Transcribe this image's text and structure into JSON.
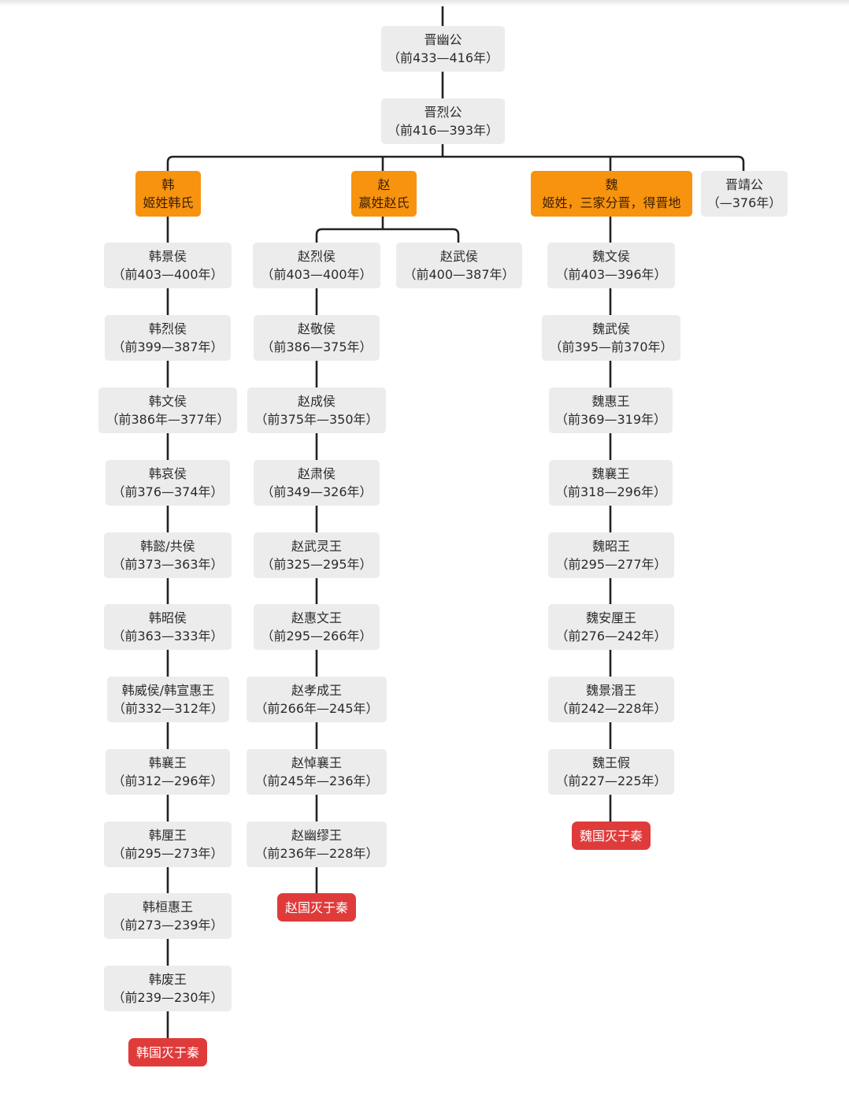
{
  "nodes": {
    "jin_you": {
      "name": "晋幽公",
      "years": "（前433—416年）"
    },
    "jin_lie": {
      "name": "晋烈公",
      "years": "（前416—393年）"
    },
    "jin_jing": {
      "name": "晋靖公",
      "years": "（—376年）"
    },
    "han": {
      "name": "韩",
      "desc": "姬姓韩氏"
    },
    "zhao": {
      "name": "赵",
      "desc": "嬴姓赵氏"
    },
    "wei": {
      "name": "魏",
      "desc": "姬姓，三家分晋，得晋地"
    },
    "han_rulers": [
      {
        "name": "韩景侯",
        "years": "（前403—400年）"
      },
      {
        "name": "韩烈侯",
        "years": "（前399—387年）"
      },
      {
        "name": "韩文侯",
        "years": "（前386年—377年）"
      },
      {
        "name": "韩哀侯",
        "years": "（前376—374年）"
      },
      {
        "name": "韩懿/共侯",
        "years": "（前373—363年）"
      },
      {
        "name": "韩昭侯",
        "years": "（前363—333年）"
      },
      {
        "name": "韩威侯/韩宣惠王",
        "years": "（前332—312年）"
      },
      {
        "name": "韩襄王",
        "years": "（前312—296年）"
      },
      {
        "name": "韩厘王",
        "years": "（前295—273年）"
      },
      {
        "name": "韩桓惠王",
        "years": "（前273—239年）"
      },
      {
        "name": "韩废王",
        "years": "（前239—230年）"
      }
    ],
    "zhao_rulers": [
      {
        "name": "赵烈侯",
        "years": "（前403—400年）"
      },
      {
        "name": "赵敬侯",
        "years": "（前386—375年）"
      },
      {
        "name": "赵成侯",
        "years": "（前375年—350年）"
      },
      {
        "name": "赵肃侯",
        "years": "（前349—326年）"
      },
      {
        "name": "赵武灵王",
        "years": "（前325—295年）"
      },
      {
        "name": "赵惠文王",
        "years": "（前295—266年）"
      },
      {
        "name": "赵孝成王",
        "years": "（前266年—245年）"
      },
      {
        "name": "赵悼襄王",
        "years": "（前245年—236年）"
      },
      {
        "name": "赵幽缪王",
        "years": "（前236年—228年）"
      }
    ],
    "zhao_wu": {
      "name": "赵武侯",
      "years": "（前400—387年）"
    },
    "wei_rulers": [
      {
        "name": "魏文侯",
        "years": "（前403—396年）"
      },
      {
        "name": "魏武侯",
        "years": "（前395—前370年）"
      },
      {
        "name": "魏惠王",
        "years": "（前369—319年）"
      },
      {
        "name": "魏襄王",
        "years": "（前318—296年）"
      },
      {
        "name": "魏昭王",
        "years": "（前295—277年）"
      },
      {
        "name": "魏安厘王",
        "years": "（前276—242年）"
      },
      {
        "name": "魏景湣王",
        "years": "（前242—228年）"
      },
      {
        "name": "魏王假",
        "years": "（前227—225年）"
      }
    ],
    "han_end": "韩国灭于秦",
    "zhao_end": "赵国灭于秦",
    "wei_end": "魏国灭于秦"
  },
  "colors": {
    "node_bg": "#ececec",
    "state_bg": "#f7930e",
    "end_bg": "#e03b3b",
    "line": "#222222"
  }
}
